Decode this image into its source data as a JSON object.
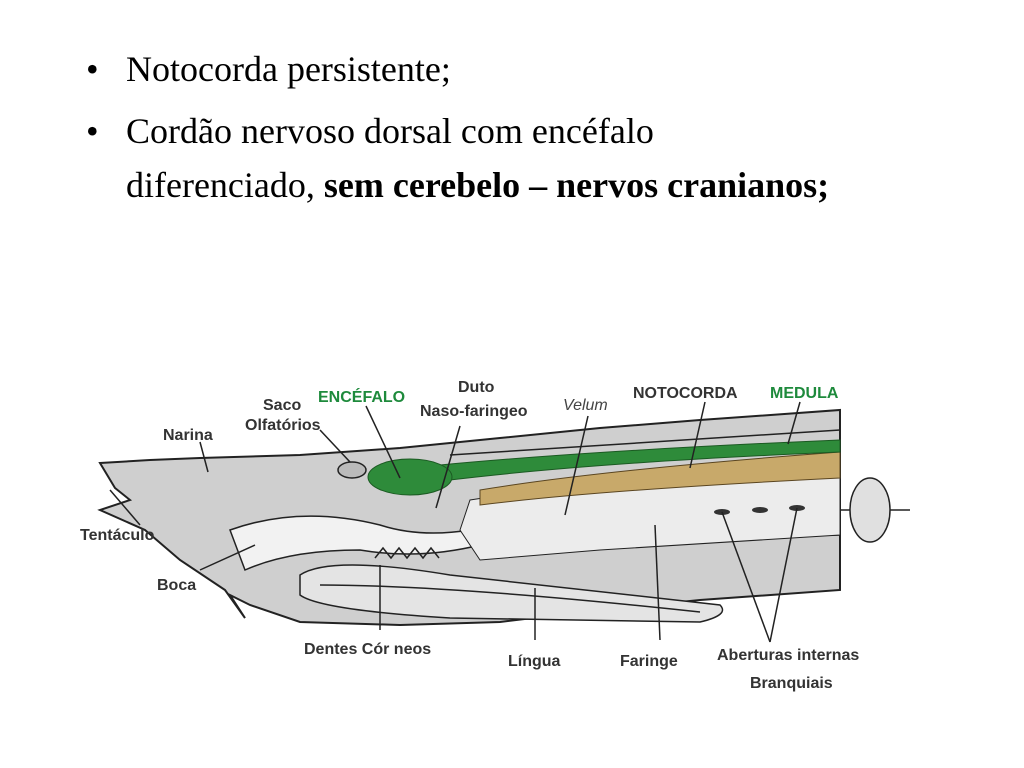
{
  "bullets": [
    {
      "text": "Notocorda persistente;"
    },
    {
      "text_normal": "Cordão nervoso dorsal  com encéfalo diferenciado, ",
      "text_bold": "sem cerebelo – nervos cranianos;"
    }
  ],
  "bullet_glyph": "•",
  "diagram": {
    "labels": {
      "encefalo": "ENCÉFALO",
      "saco": "Saco",
      "olfatorios": "Olfatórios",
      "duto": "Duto",
      "naso_faringeo": "Naso-faringeo",
      "velum": "Velum",
      "notocorda": "NOTOCORDA",
      "medula": "MEDULA",
      "narina": "Narina",
      "tentaculo": "Tentáculo",
      "boca": "Boca",
      "dentes": "Dentes Cór neos",
      "lingua": "Língua",
      "faringe": "Faringe",
      "aberturas": "Aberturas internas",
      "branquiais": "Branquiais"
    },
    "colors": {
      "nerve_cord": "#2e8b3a",
      "notochord": "#c8a96a",
      "tissue": "#cfcfcf",
      "outline": "#222222"
    }
  }
}
